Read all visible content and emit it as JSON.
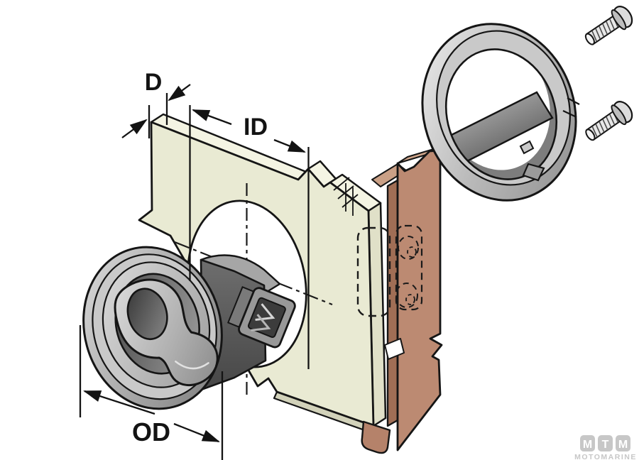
{
  "diagram": {
    "labels": {
      "thickness": "D",
      "inner_diameter": "ID",
      "outer_diameter": "OD"
    },
    "watermark": {
      "tiles": [
        "M",
        "T",
        "M"
      ],
      "subtitle": "MOTOMARINE"
    },
    "colors": {
      "background": "#ffffff",
      "panel_face": "#e9ead3",
      "panel_edge_light": "#f4f4e3",
      "panel_edge_dark": "#d2d2ba",
      "frame_face": "#bc8a72",
      "frame_edge": "#a06e55",
      "frame_top": "#d2a78c",
      "metal_light": "#d8d8d8",
      "metal_mid": "#a8a8a8",
      "metal_dark": "#565656",
      "outline": "#151515",
      "watermark_gray": "#c7c7c7"
    }
  }
}
